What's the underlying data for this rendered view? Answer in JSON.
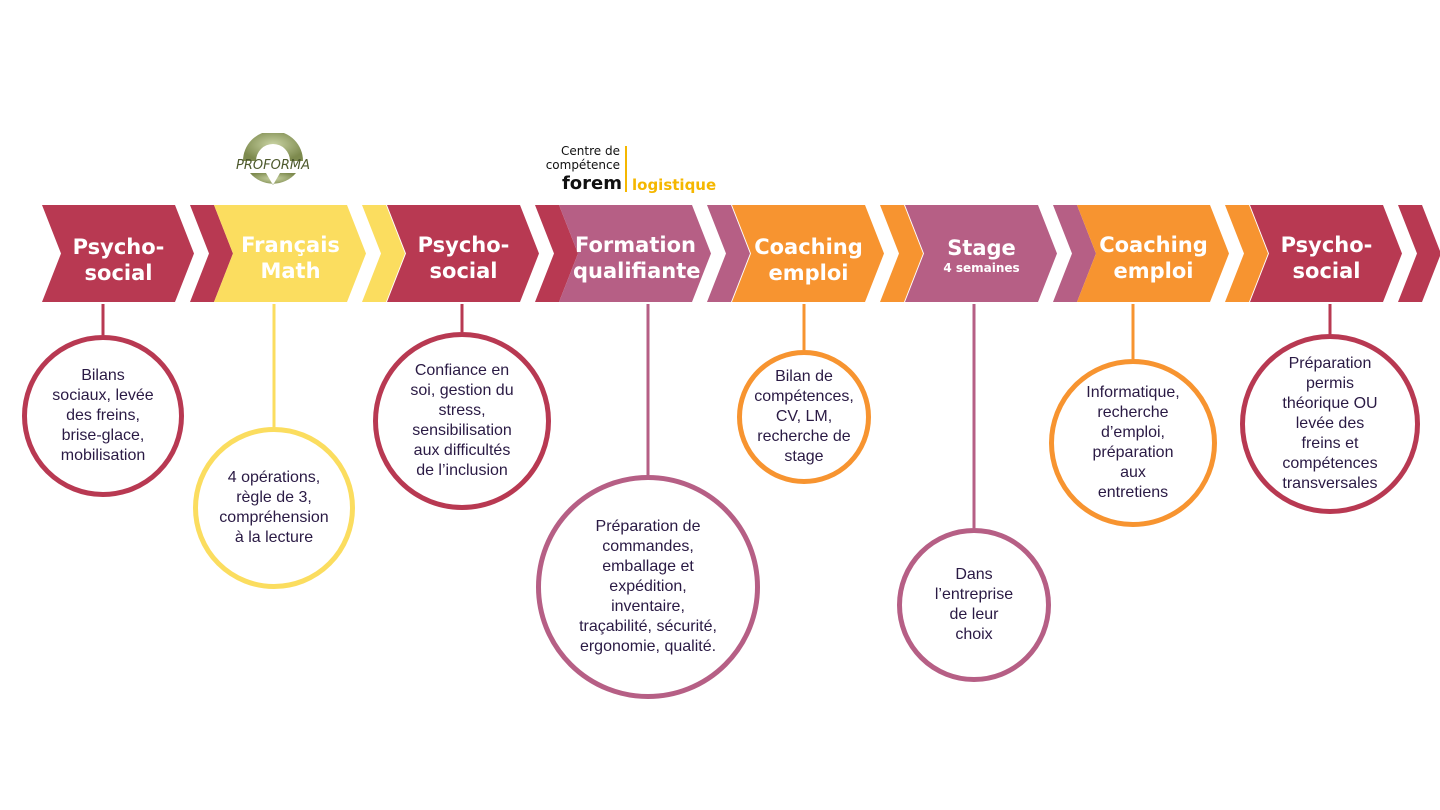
{
  "colors": {
    "crimson": "#b83952",
    "yellow": "#fbdd5f",
    "mauve": "#b65f85",
    "orange": "#f79430",
    "circle_text": "#2a1a44"
  },
  "logos": {
    "proforma": "PROFORMA",
    "forem_line1": "Centre de",
    "forem_line2": "compétence",
    "forem_brand": "forem",
    "forem_sub": "logistique"
  },
  "steps": [
    {
      "id": "psycho-social-1",
      "label_1": "Psycho-",
      "label_2": "social",
      "sub": "",
      "color": "#b83952",
      "circle": [
        "Bilans",
        "sociaux, levée",
        "des freins,",
        "brise-glace,",
        "mobilisation"
      ]
    },
    {
      "id": "francais-math",
      "label_1": "Français",
      "label_2": "Math",
      "sub": "",
      "color": "#fbdd5f",
      "circle": [
        "4 opérations,",
        "règle de 3,",
        "compréhension",
        "à la lecture"
      ]
    },
    {
      "id": "psycho-social-2",
      "label_1": "Psycho-",
      "label_2": "social",
      "sub": "",
      "color": "#b83952",
      "circle": [
        "Confiance en",
        "soi, gestion du",
        "stress,",
        "sensibilisation",
        "aux difficultés",
        "de l’inclusion"
      ]
    },
    {
      "id": "formation-qualifiante",
      "label_1": "Formation",
      "label_2": "qualifiante",
      "sub": "",
      "color": "#b65f85",
      "circle": [
        "Préparation de",
        "commandes,",
        "emballage et",
        "expédition,",
        "inventaire,",
        "traçabilité, sécurité,",
        "ergonomie, qualité."
      ]
    },
    {
      "id": "coaching-emploi-1",
      "label_1": "Coaching",
      "label_2": "emploi",
      "sub": "",
      "color": "#f79430",
      "circle": [
        "Bilan de",
        "compétences,",
        "CV, LM,",
        "recherche de",
        "stage"
      ]
    },
    {
      "id": "stage",
      "label_1": "Stage",
      "label_2": "",
      "sub": "4 semaines",
      "color": "#b65f85",
      "circle": [
        "Dans",
        "l’entreprise",
        "de leur",
        "choix"
      ]
    },
    {
      "id": "coaching-emploi-2",
      "label_1": "Coaching",
      "label_2": "emploi",
      "sub": "",
      "color": "#f79430",
      "circle": [
        "Informatique,",
        "recherche",
        "d’emploi,",
        "préparation",
        "aux",
        "entretiens"
      ]
    },
    {
      "id": "psycho-social-3",
      "label_1": "Psycho-",
      "label_2": "social",
      "sub": "",
      "color": "#b83952",
      "circle": [
        "Préparation",
        "permis",
        "théorique OU",
        "levée des",
        "freins et",
        "compétences",
        "transversales"
      ]
    }
  ]
}
